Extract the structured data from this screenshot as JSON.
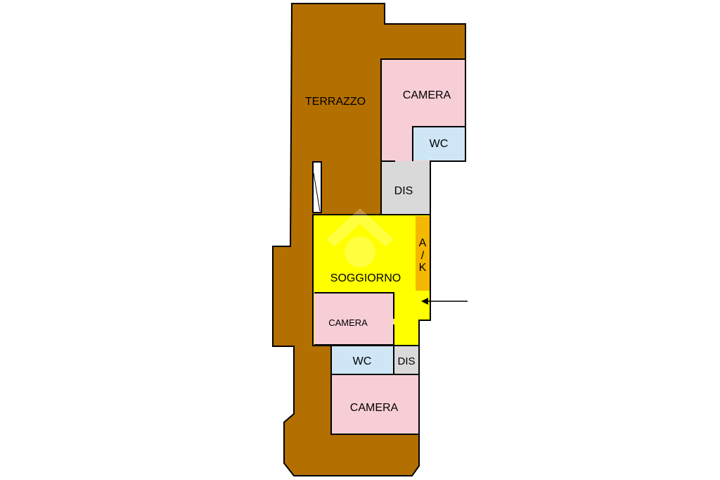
{
  "floor_plan": {
    "colors": {
      "terrace": "#b36f00",
      "bedroom": "#f7cdd6",
      "bathroom": "#cfe6f7",
      "hallway": "#d9d9d9",
      "living": "#ffff00",
      "kitchenette": "#f5b800",
      "wall": "#000000"
    },
    "labels": {
      "terrace": "TERRAZZO",
      "bedroom_top": "CAMERA",
      "wc_top": "WC",
      "dis_top": "DIS",
      "living": "SOGGIORNO",
      "kitchenette_a": "A",
      "kitchenette_slash": "/",
      "kitchenette_k": "K",
      "bedroom_middle": "CAMERA",
      "wc_bottom": "WC",
      "dis_bottom": "DIS",
      "bedroom_bottom": "CAMERA"
    }
  }
}
